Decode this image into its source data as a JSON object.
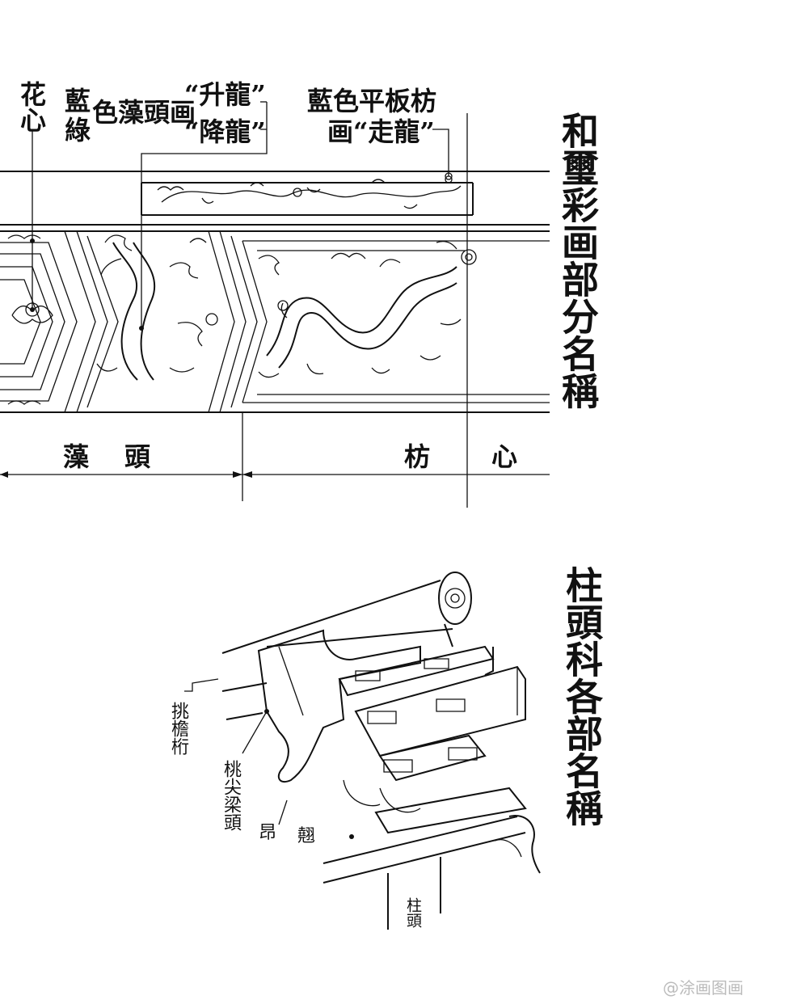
{
  "top_diagram": {
    "title": "和璽彩画部分名稱",
    "labels": {
      "huaxin": "花心",
      "lan": "藍",
      "lv": "綠",
      "zaotou_painting": "色藻頭画",
      "shenglong": "“升龍”",
      "jianglong": "“降龍”",
      "pingbanfang_line1": "藍色平板枋",
      "pingbanfang_line2": "画“走龍”",
      "zaotou": "藻　頭",
      "fangxin_1": "枋",
      "fangxin_2": "心"
    }
  },
  "bottom_diagram": {
    "title": "柱頭科各部名稱",
    "labels": {
      "tiaoyanheng": "挑檐桁",
      "taojianliangtou": "桃尖梁頭",
      "ang": "昂",
      "qiao": "翹",
      "zhutou": "柱頭"
    }
  },
  "watermark": "@涂画图画"
}
